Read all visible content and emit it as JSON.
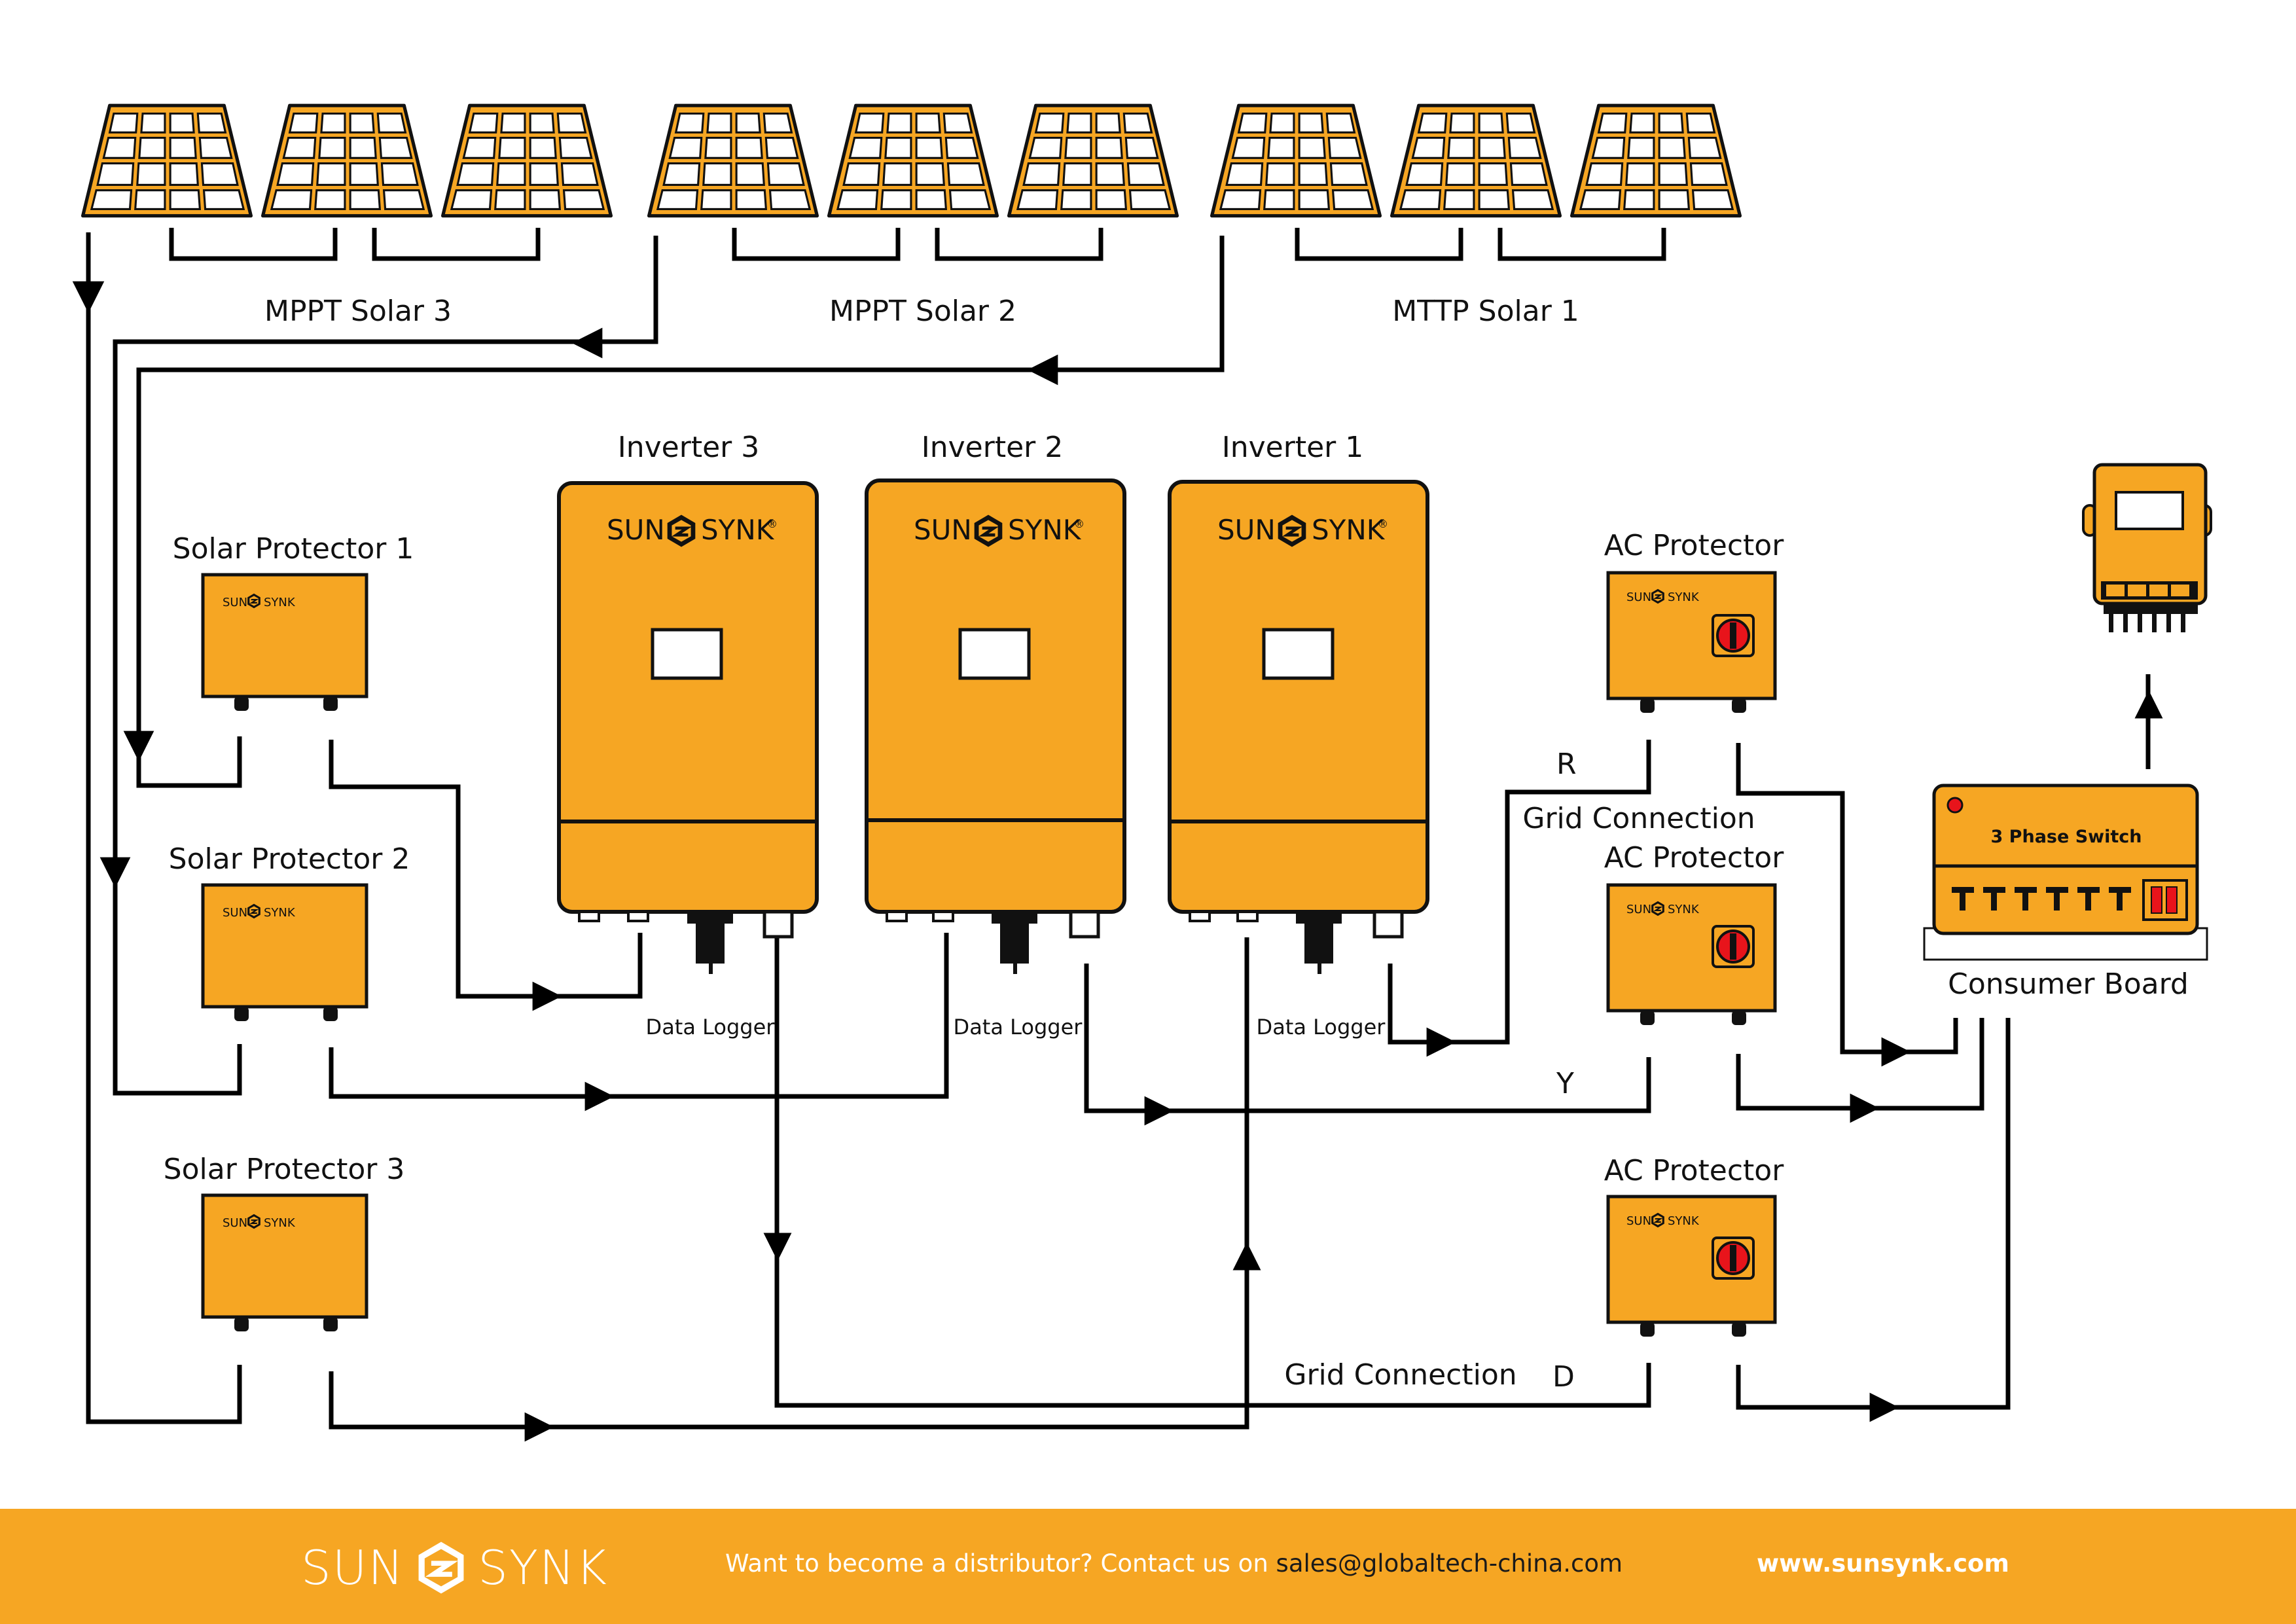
{
  "mppt_labels": [
    "MPPT Solar 3",
    "MPPT Solar 2",
    "MTTP Solar 1"
  ],
  "inverters": [
    {
      "title": "Inverter 3",
      "logger": "Data Logger"
    },
    {
      "title": "Inverter 2",
      "logger": "Data Logger"
    },
    {
      "title": "Inverter 1",
      "logger": "Data Logger"
    }
  ],
  "solar_protectors": [
    "Solar Protector 1",
    "Solar Protector 2",
    "Solar Protector 3"
  ],
  "ac_protectors": [
    "AC Protector",
    "AC Protector",
    "AC Protector"
  ],
  "brand": {
    "left": "SUN",
    "right": "SYNK",
    "reg": "®"
  },
  "phase_labels": {
    "r": "R",
    "y": "Y",
    "d": "D"
  },
  "grid_connection_labels": [
    "Grid Connection",
    "Grid Connection"
  ],
  "consumer_board": {
    "switch_label": "3 Phase Switch",
    "label": "Consumer Board"
  },
  "footer": {
    "logo_left": "SUN",
    "logo_right": "SYNK",
    "contact_text": "Want to become a distributor? Contact us on ",
    "email": "sales@globaltech-china.com",
    "website": "www.sunsynk.com"
  },
  "colors": {
    "accent": "#f6a623",
    "outline": "#111111",
    "knob": "#e8141b"
  }
}
